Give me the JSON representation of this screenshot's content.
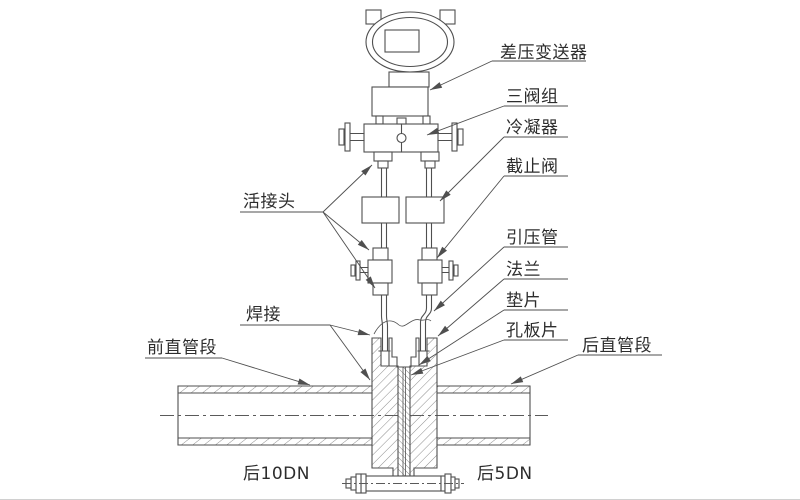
{
  "diagram": {
    "description": "orifice-plate flowmeter installation cross-section drawing",
    "labels": {
      "dp_transmitter": "差压变送器",
      "three_valve_manifold": "三阀组",
      "condenser": "冷凝器",
      "stop_valve": "截止阀",
      "union_joint": "活接头",
      "impulse_pipe": "引压管",
      "flange": "法兰",
      "gasket": "垫片",
      "orifice_plate": "孔板片",
      "weld": "焊接",
      "front_straight_pipe": "前直管段",
      "rear_straight_pipe": "后直管段",
      "left_pipe_length": "后10DN",
      "right_pipe_length": "后5DN"
    },
    "colors": {
      "line": "#4f4f4f",
      "text": "#2d2d2d",
      "bg": "#ffffff",
      "hatch": "#6f6f6f"
    }
  }
}
